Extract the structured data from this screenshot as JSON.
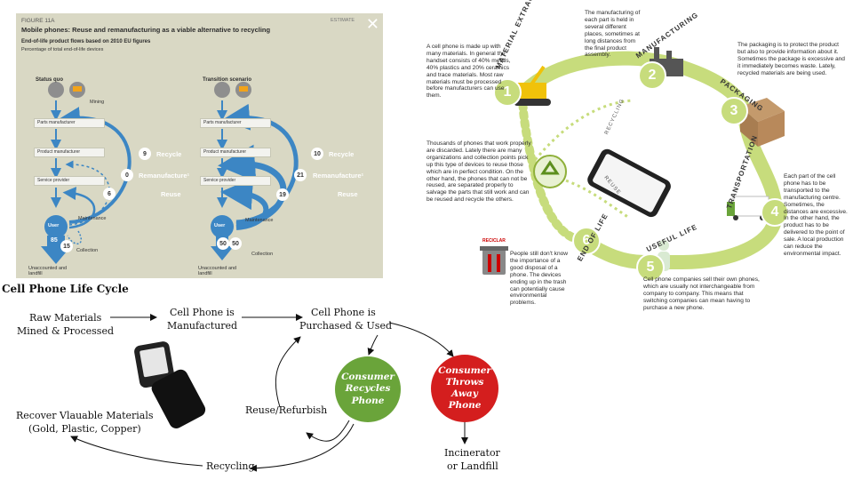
{
  "figure": {
    "tag": "FIGURE 11A",
    "title": "Mobile phones: Reuse and remanufacturing as a viable alternative to recycling",
    "subtitle": "End-of-life product flows based on 2010 EU figures",
    "note": "Percentage of total end-of-life devices",
    "estimate": "ESTIMATE",
    "status_quo": {
      "heading": "Status quo",
      "mining": "Mining",
      "parts": "Parts manufacturer",
      "product": "Product manufacturer",
      "service": "Service provider",
      "user": "User",
      "maintenance": "Maintenance",
      "collection": "Collection",
      "landfill": "Unaccounted and landfill",
      "recycle_label": "Recycle",
      "reman_label": "Remanufacture¹",
      "reuse_label": "Reuse",
      "recycle_value": "9",
      "reman_value": "0",
      "reuse_value": "6",
      "maint_value": "15",
      "user_value": "85"
    },
    "transition": {
      "heading": "Transition scenario",
      "parts": "Parts manufacturer",
      "product": "Product manufacturer",
      "service": "Service provider",
      "user": "User",
      "maintenance": "Maintenance",
      "collection": "Collection",
      "landfill": "Unaccounted and landfill",
      "recycle_label": "Recycle",
      "reman_label": "Remanufacture¹",
      "reuse_label": "Reuse",
      "recycle_value": "10",
      "reman_value": "21",
      "reuse_value": "19",
      "user_value_a": "50",
      "user_value_b": "50"
    }
  },
  "cycle": {
    "manufacturing_text": "The manufacturing of each part is held in several different places, sometimes at long distances from the final product assembly.",
    "extraction_text": "A cell phone is made up with many materials. In general the handset consists of 40% metals, 40% plastics and 20% ceramics and trace materials. Most raw materials must be processed before manufacturers can use them.",
    "packaging_text": "The packaging is to protect the product but also to provide information about it. Sometimes the package is excessive and it immediately becomes waste. Lately, recycled materials are being used.",
    "recycling_text": "Thousands of phones that work properly are discarded. Lately there are many organizations and collection points pick up this type of devices to reuse those which are in perfect condition. On the other hand, the phones that can not be reused, are separated properly to salvage the parts that still work and can be reused and recycle the others.",
    "transport_text": "Each part of the cell phone has to be transported to the manufacturing centre. Sometimes, the distances are excessive. In the other hand, the product has to be delivered to the point of sale. A local production can reduce the environmental impact.",
    "eol_text": "People still don't know the importance of a good disposal of a phone. The devices ending up in the trash can potentially cause environmental problems.",
    "useful_text": "Cell phone companies sell their own phones, which are usually not interchangeable from company to company. This means that switching companies can mean having to purchase a new phone.",
    "stage_extraction": "MATERIAL EXTRACTION",
    "stage_manufacturing": "MANUFACTURING",
    "stage_packaging": "PACKAGING",
    "stage_transport": "TRANSPORTATION",
    "stage_useful": "USEFUL LIFE",
    "stage_eol": "END OF LIFE",
    "side_recycling": "RECYCLING",
    "side_reuse": "REUSE",
    "n1": "1",
    "n2": "2",
    "n3": "3",
    "n4": "4",
    "n5": "5",
    "n6": "6",
    "bin_label": "RECICLAR",
    "colors": {
      "green": "#c7dc7c",
      "dark_green": "#8fb03a"
    }
  },
  "flow": {
    "title": "Cell Phone Life Cycle",
    "raw_l1": "Raw Materials",
    "raw_l2": "Mined & Processed",
    "manu_l1": "Cell Phone is",
    "manu_l2": "Manufactured",
    "purch_l1": "Cell Phone is",
    "purch_l2": "Purchased & Used",
    "recycles_l1": "Consumer",
    "recycles_l2": "Recycles",
    "recycles_l3": "Phone",
    "throws_l1": "Consumer",
    "throws_l2": "Throws Away",
    "throws_l3": "Phone",
    "reuse": "Reuse/Refurbish",
    "recover_l1": "Recover Vlauable Materials",
    "recover_l2": "(Gold, Plastic, Copper)",
    "recycling": "Recycling",
    "incin_l1": "Incinerator",
    "incin_l2": "or Landfill",
    "colors": {
      "recycle": "#6aa43a",
      "throw": "#d41e1e"
    }
  }
}
